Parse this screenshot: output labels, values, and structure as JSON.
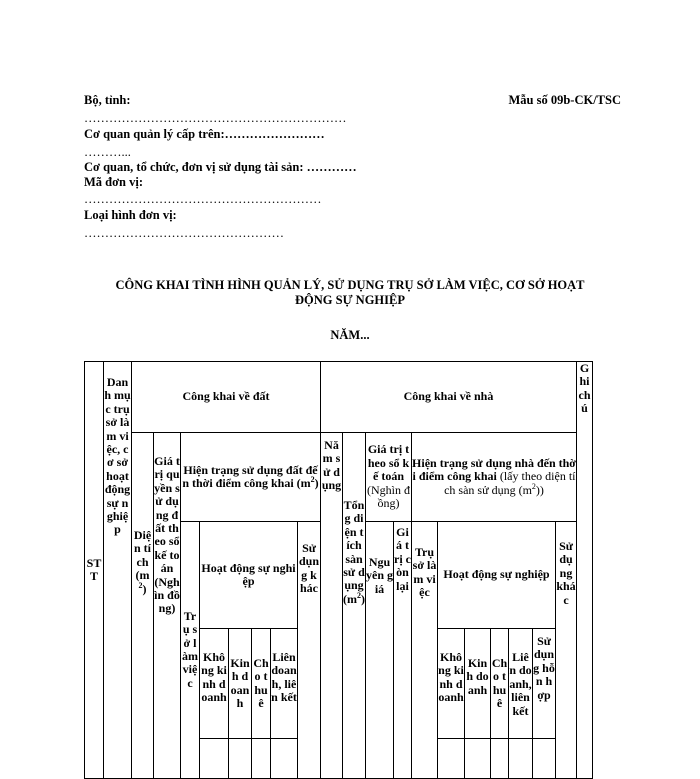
{
  "header": {
    "ministry_label": "Bộ, tỉnh:",
    "form_number": "Mẫu số 09b-CK/TSC",
    "dots1": "………………………………………………………",
    "superior_label": "Cơ quan quản lý cấp trên:……………………",
    "dots2": "………...",
    "unit_label": "Cơ quan, tổ chức, đơn vị sử dụng tài sản: …………",
    "code_label": "Mã đơn vị:",
    "dots3": "…………………………………………………",
    "type_label": "Loại hình đơn vị:",
    "dots4": "…………………………………………"
  },
  "title": {
    "line1": "CÔNG KHAI TÌNH HÌNH QUẢN LÝ, SỬ DỤNG TRỤ SỞ LÀM VIỆC, CƠ SỞ HOẠT",
    "line2": "ĐỘNG SỰ NGHIỆP",
    "year": "NĂM..."
  },
  "table": {
    "stt": "STT",
    "danh_muc": "Danh mục trụ sở làm việc, cơ sở hoạt động sự nghiệp",
    "land_group": "Công khai về đất",
    "house_group": "Công khai về nhà",
    "ghi_chu": "Ghi chú",
    "dien_tich_pre": "Diện tích (m",
    "dien_tich_post": ")",
    "gia_tri_qsdd": "Giá trị quyền sử dụng đất theo sổ kế toán (Nghìn đồng)",
    "land_status_pre": "Hiện trạng sử dụng đất đến thời điểm công khai (m",
    "land_status_post": ")",
    "tru_so_land": "Trụ sở làm việc",
    "hdsn_land": "Hoạt động sự nghiệp",
    "sd_khac_land": "Sử dụng khác",
    "kinh_doanh_land": "Không kinh doanh",
    "kinh_doanh2_land": "Kinh doanh",
    "cho_thue_land": "Cho thuê",
    "lien_doanh_land": "Liên doanh, liên kết",
    "nam_su_dung": "Năm sử dụng",
    "tong_dien_tich_pre": "Tổng diện tích sàn sử dụng (m",
    "tong_dien_tich_post": ")",
    "gia_tri_house": "Giá trị theo sổ kế toán",
    "nghin_dong": "(Nghìn đồng)",
    "nguyen_gia": "Nguyên giá",
    "gia_tri_con_lai": "Giá trị còn lại",
    "house_status": "Hiện trạng sử dụng nhà đến thời điểm công khai",
    "house_status_sub_pre": "(lấy theo diện tích sàn sử dụng (m",
    "house_status_sub_post": "))",
    "tru_so_house": "Trụ sở làm việc",
    "hdsn_house": "Hoạt động sự nghiệp",
    "sd_khac_house": "Sử dụng khác",
    "kinh_doanh_house": "Không kinh doanh",
    "kinh_doanh2_house": "Kinh doanh",
    "cho_thue_house": "Cho thuê",
    "lien_doanh_house": "Liên doanh, liên kết",
    "su_dung_hon_hop": "Sử dụng hỗn hợp",
    "sup2": "2"
  }
}
